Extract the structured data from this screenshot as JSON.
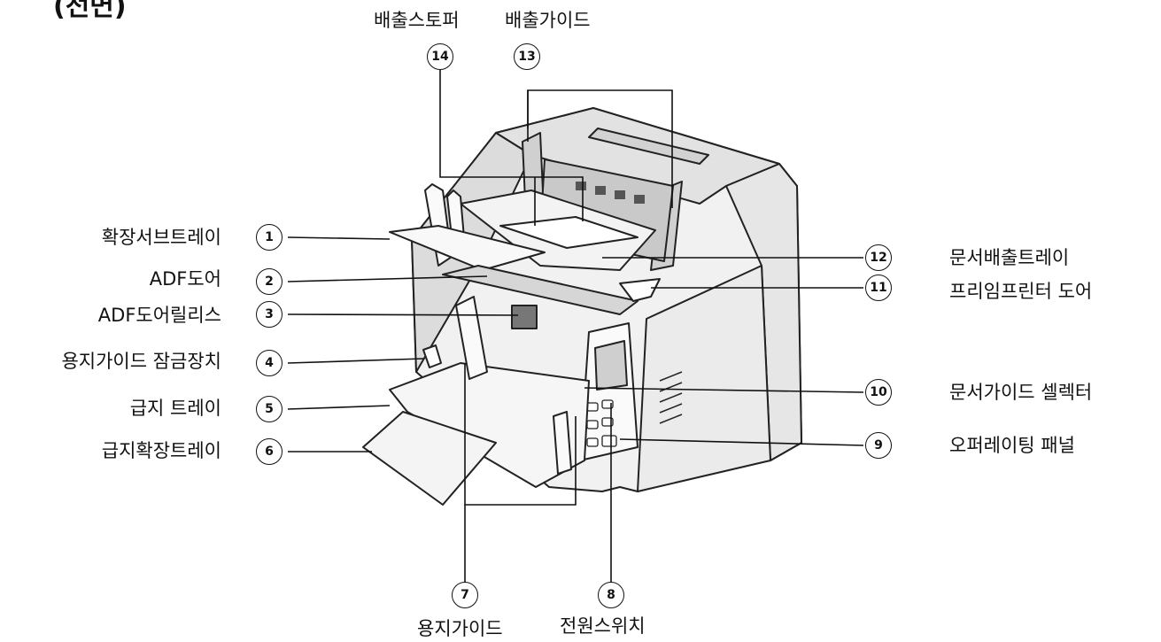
{
  "header": {
    "partial_title": "(전면)"
  },
  "callouts": [
    {
      "num": "1",
      "label": "확장서브트레이"
    },
    {
      "num": "2",
      "label": "ADF도어"
    },
    {
      "num": "3",
      "label": "ADF도어릴리스"
    },
    {
      "num": "4",
      "label": "용지가이드 잠금장치"
    },
    {
      "num": "5",
      "label": "급지 트레이"
    },
    {
      "num": "6",
      "label": "급지확장트레이"
    },
    {
      "num": "7",
      "label": "용지가이드"
    },
    {
      "num": "8",
      "label": "전원스위치"
    },
    {
      "num": "9",
      "label": "오퍼레이팅 패널"
    },
    {
      "num": "10",
      "label": "문서가이드 셀렉터"
    },
    {
      "num": "11",
      "label": "프리임프린터 도어"
    },
    {
      "num": "12",
      "label": "문서배출트레이"
    },
    {
      "num": "13",
      "label": "배출가이드"
    },
    {
      "num": "14",
      "label": "배출스토퍼"
    }
  ]
}
